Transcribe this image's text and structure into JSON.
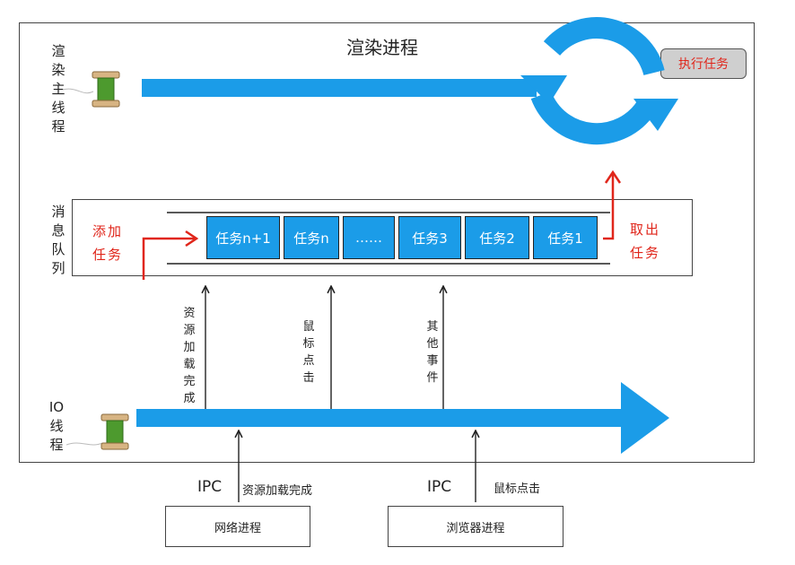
{
  "render_process": {
    "title": "渲染进程"
  },
  "main_thread": {
    "label": "渲染主线程"
  },
  "callout": {
    "text": "执行任务"
  },
  "queue": {
    "label": "消息队列",
    "add_label": "添加任务",
    "take_label": "取出任务",
    "tasks": [
      "任务n+1",
      "任务n",
      "……",
      "任务3",
      "任务2",
      "任务1"
    ]
  },
  "events": [
    "资源加载完成",
    "鼠标点击",
    "其他事件"
  ],
  "io_thread": {
    "label": "IO线程"
  },
  "ipc": [
    {
      "tag": "IPC",
      "message": "资源加载完成",
      "source": "网络进程"
    },
    {
      "tag": "IPC",
      "message": "鼠标点击",
      "source": "浏览器进程"
    }
  ],
  "colors": {
    "blue": "#1b9ce8",
    "red": "#e0261b"
  }
}
